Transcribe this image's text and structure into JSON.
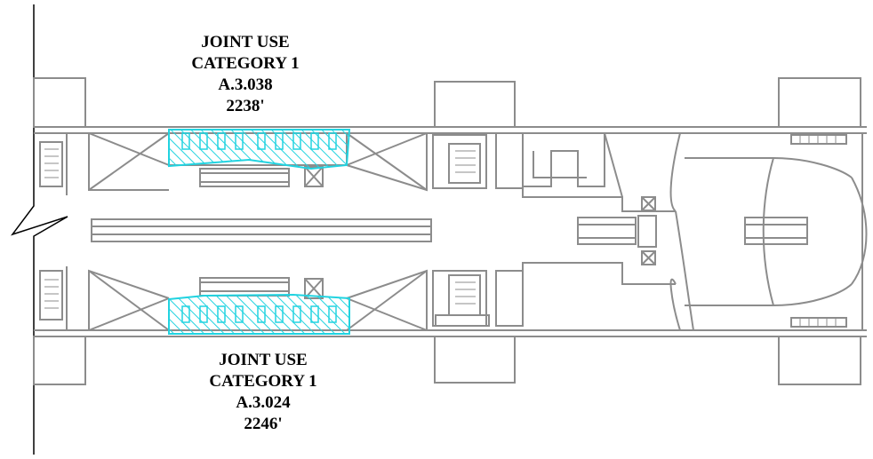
{
  "zones": [
    {
      "name": "JOINT USE",
      "category": "CATEGORY 1",
      "code": "A.3.038",
      "area": "2238'"
    },
    {
      "name": "JOINT USE",
      "category": "CATEGORY 1",
      "code": "A.3.024",
      "area": "2246'"
    }
  ],
  "colors": {
    "linework": "#8c8c8c",
    "highlight": "#22d3e0",
    "text": "#000000"
  }
}
